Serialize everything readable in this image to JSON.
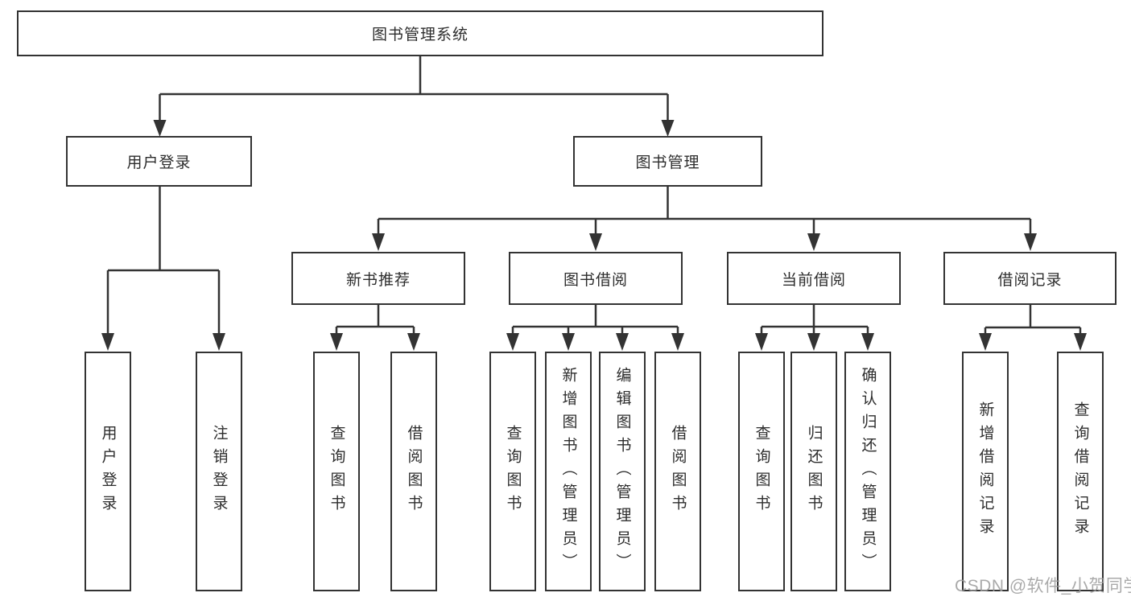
{
  "colors": {
    "line": "#333333",
    "text": "#2d2d2d",
    "background": "#ffffff",
    "watermark": "#9c9c9c"
  },
  "watermark": {
    "text": "CSDN @软件_小贺同学"
  },
  "diagram": {
    "root": {
      "label": "图书管理系统"
    },
    "level2": [
      {
        "id": "user-login",
        "label": "用户登录"
      },
      {
        "id": "book-management",
        "label": "图书管理"
      }
    ],
    "level3": [
      {
        "id": "new-book-recommend",
        "label": "新书推荐"
      },
      {
        "id": "book-borrow",
        "label": "图书借阅"
      },
      {
        "id": "current-borrow",
        "label": "当前借阅"
      },
      {
        "id": "borrow-record",
        "label": "借阅记录"
      }
    ],
    "leaves": {
      "user_login": [
        "用户登录",
        "注销登录"
      ],
      "new_book": [
        "查询图书",
        "借阅图书"
      ],
      "book_borrow": [
        "查询图书",
        "新增图书（管理员）",
        "编辑图书（管理员）",
        "借阅图书"
      ],
      "current_borrow": [
        "查询图书",
        "归还图书",
        "确认归还（管理员）"
      ],
      "borrow_record": [
        "新增借阅记录",
        "查询借阅记录"
      ]
    }
  }
}
